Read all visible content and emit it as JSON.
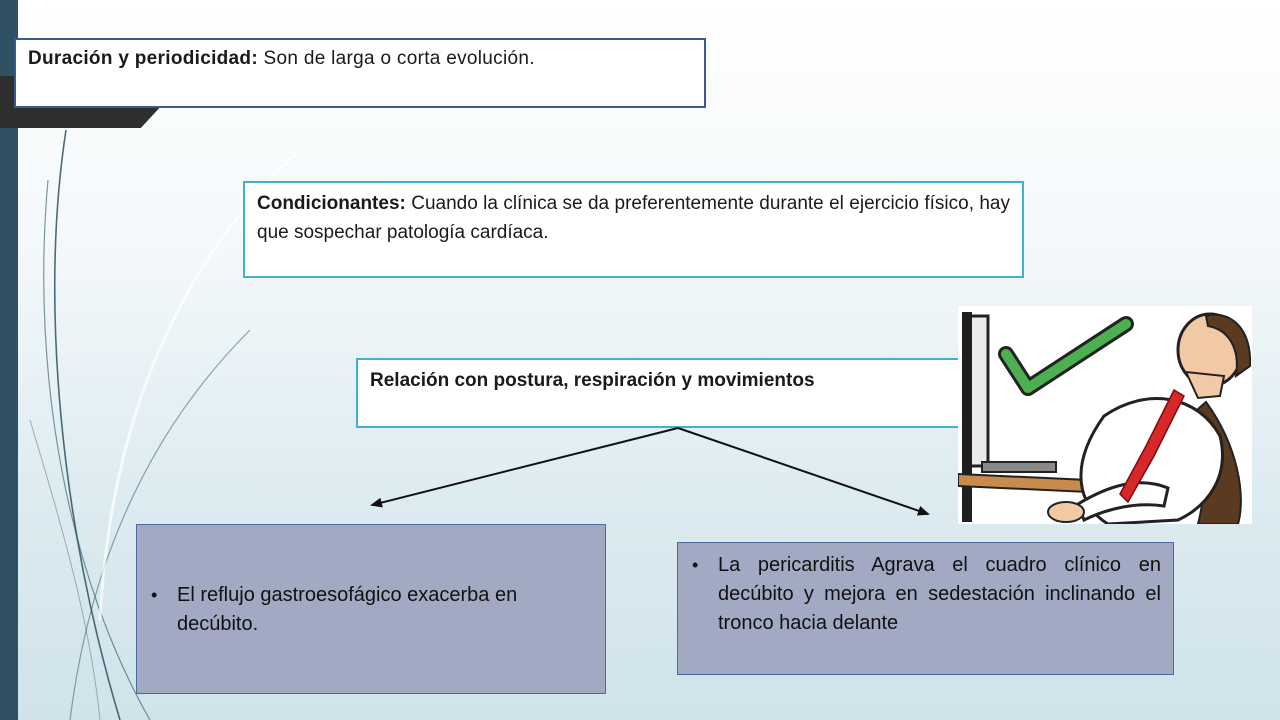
{
  "duracion": {
    "heading": "Duración y periodicidad:",
    "text": " Son de larga o corta evolución."
  },
  "condicionantes": {
    "heading": "Condicionantes:",
    "text": " Cuando la clínica se da preferentemente durante el ejercicio físico, hay que sospechar patología cardíaca."
  },
  "relacion": {
    "heading": "Relación con postura, respiración y movimientos"
  },
  "reflujo": {
    "bullet": "•",
    "text": "El reflujo gastroesofágico exacerba en decúbito."
  },
  "pericarditis": {
    "bullet": "•",
    "text": "La pericarditis Agrava el cuadro clínico en decúbito y mejora en sedestación inclinando el tronco hacia delante"
  },
  "illustration": {
    "icon": "check-mark-icon",
    "subject": "reclining-man-illustration"
  },
  "colors": {
    "band": "#2f5163",
    "panel": "#a1aac2",
    "box_border_dark": "#3b5b8f",
    "box_border_light": "#3fb0d2",
    "check": "#4caf50",
    "tie": "#d62828"
  }
}
